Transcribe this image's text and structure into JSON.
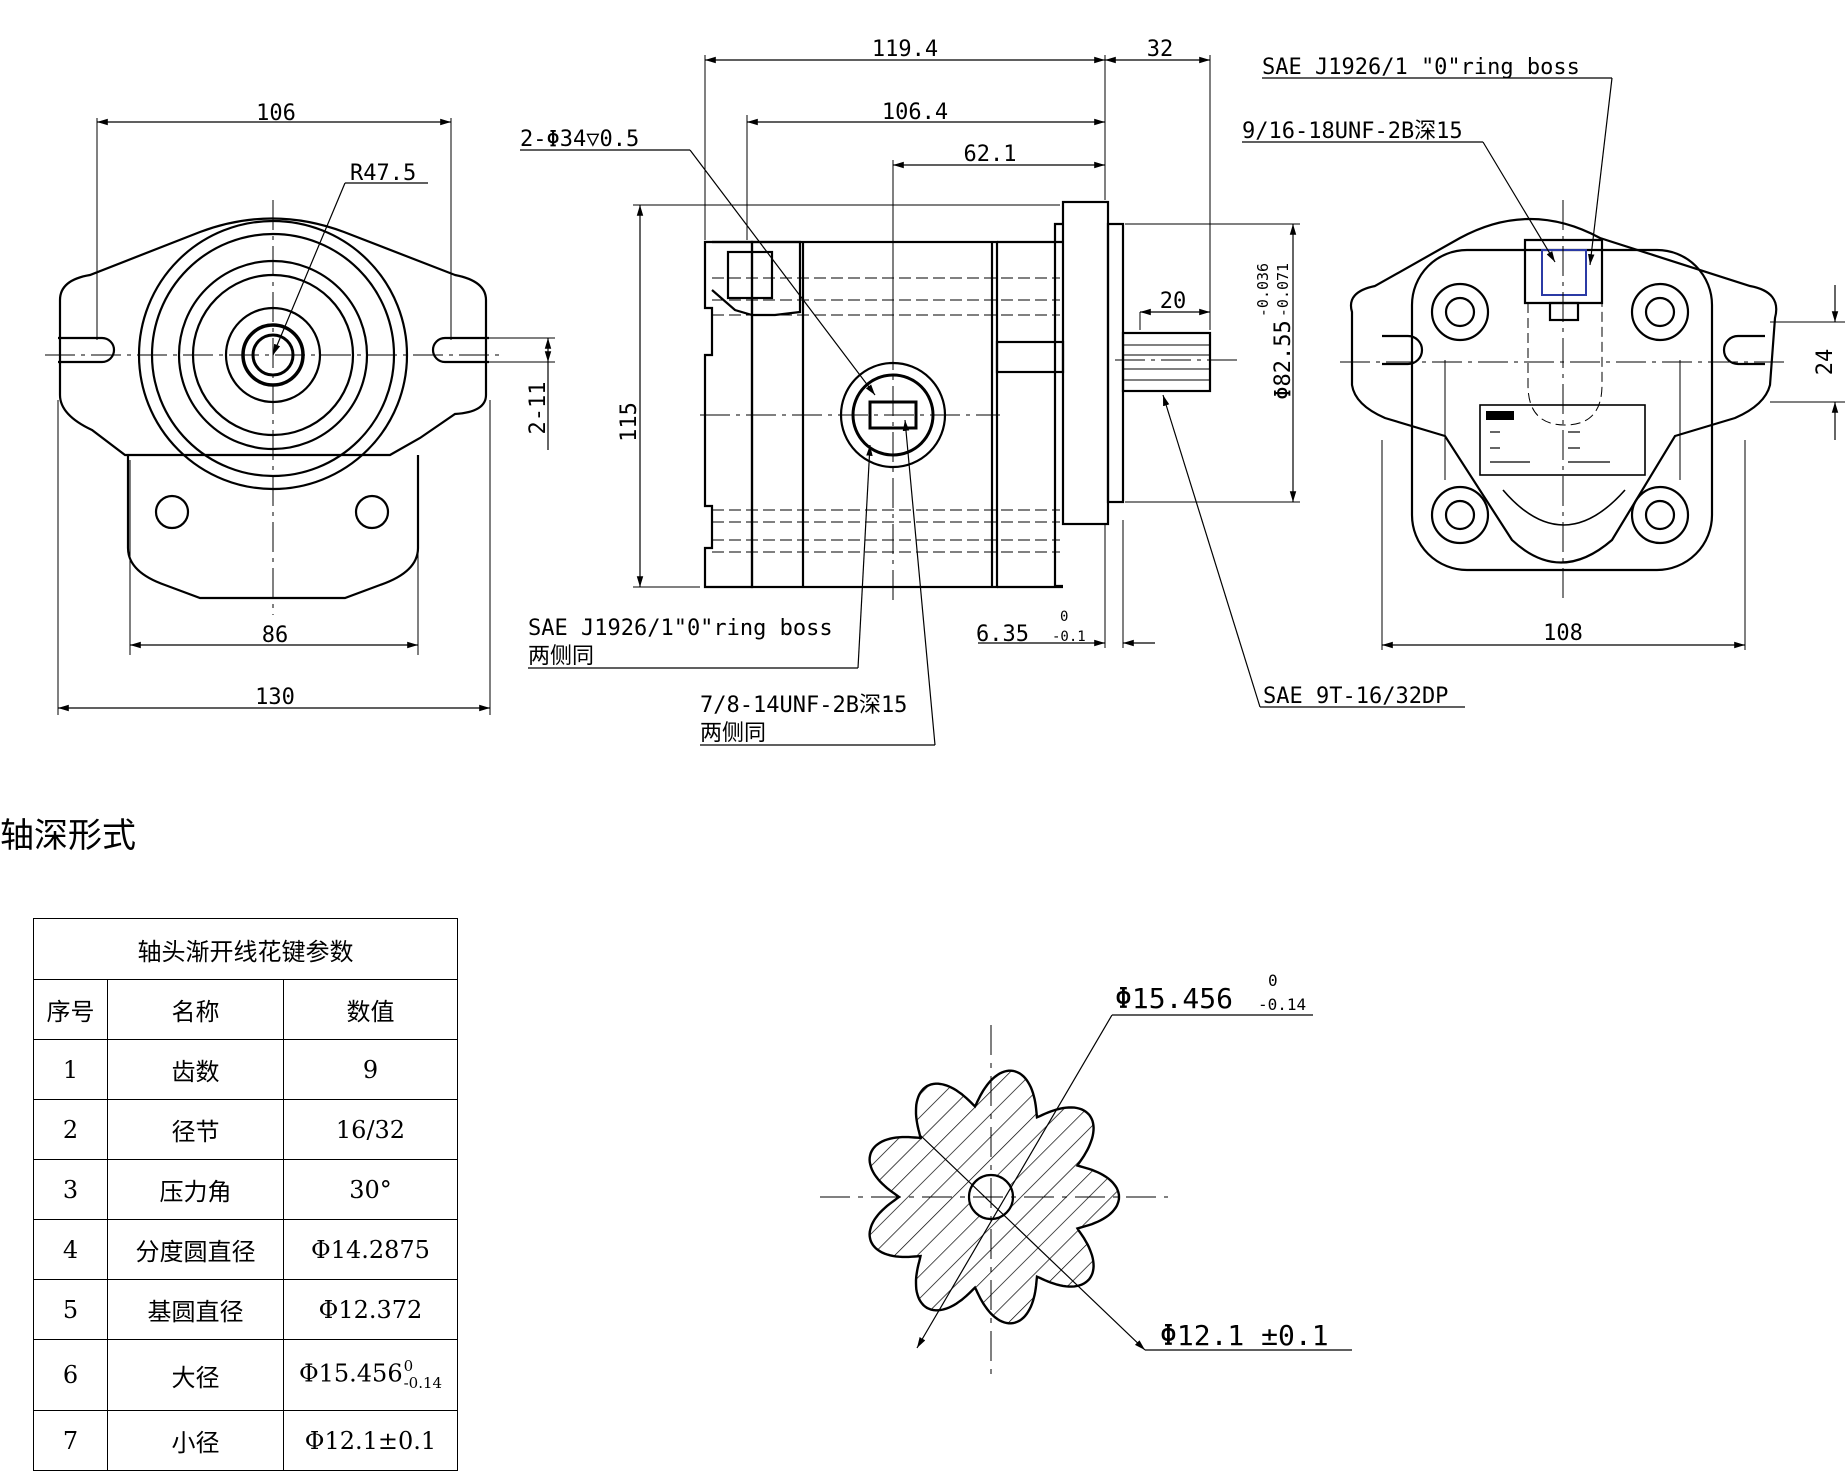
{
  "front_view": {
    "dim_width_top": "106",
    "dim_radius": "R47.5",
    "dim_slot": "2-11",
    "dim_bolt_spacing": "86",
    "dim_flange_width": "130"
  },
  "side_view": {
    "dim_total_length": "119.4",
    "dim_pilot_length": "32",
    "dim_body_length": "106.4",
    "dim_port_position": "62.1",
    "dim_shaft_length": "20",
    "dim_height": "115",
    "dim_pilot_diameter": "Φ82.55",
    "pilot_tol_upper": "-0.036",
    "pilot_tol_lower": "-0.071",
    "dim_flange_thickness": "6.35",
    "flange_tol_upper": "0",
    "flange_tol_lower": "-0.1",
    "note_counterbore": "2-Φ34▽0.5",
    "note_port_boss_line1": "SAE J1926/1\"0\"ring boss",
    "note_port_boss_line2": "两侧同",
    "note_port_thread_line1": "7/8-14UNF-2B深15",
    "note_port_thread_line2": "两侧同",
    "note_spline": "SAE 9T-16/32DP"
  },
  "rear_view": {
    "note_drain_boss": "SAE J1926/1 \"0\"ring boss",
    "note_drain_thread": "9/16-18UNF-2B深15",
    "dim_offset": "24",
    "dim_bolt_spacing": "108"
  },
  "section_title": "轴深形式",
  "spline_table": {
    "caption": "轴头渐开线花键参数",
    "headers": {
      "index": "序号",
      "name": "名称",
      "value": "数值"
    },
    "rows": [
      {
        "index": "1",
        "name": "齿数",
        "value": "9"
      },
      {
        "index": "2",
        "name": "径节",
        "value": "16/32"
      },
      {
        "index": "3",
        "name": "压力角",
        "value": "30°"
      },
      {
        "index": "4",
        "name": "分度圆直径",
        "value": "Φ14.2875"
      },
      {
        "index": "5",
        "name": "基圆直径",
        "value": "Φ12.372"
      },
      {
        "index": "6",
        "name": "大径",
        "value": "Φ15.456",
        "tol_upper": "0",
        "tol_lower": "-0.14"
      },
      {
        "index": "7",
        "name": "小径",
        "value": "Φ12.1±0.1"
      }
    ]
  },
  "spline_section": {
    "dim_major": "Φ15.456",
    "major_tol_upper": "0",
    "major_tol_lower": "-0.14",
    "dim_minor": "Φ12.1 ±0.1"
  }
}
